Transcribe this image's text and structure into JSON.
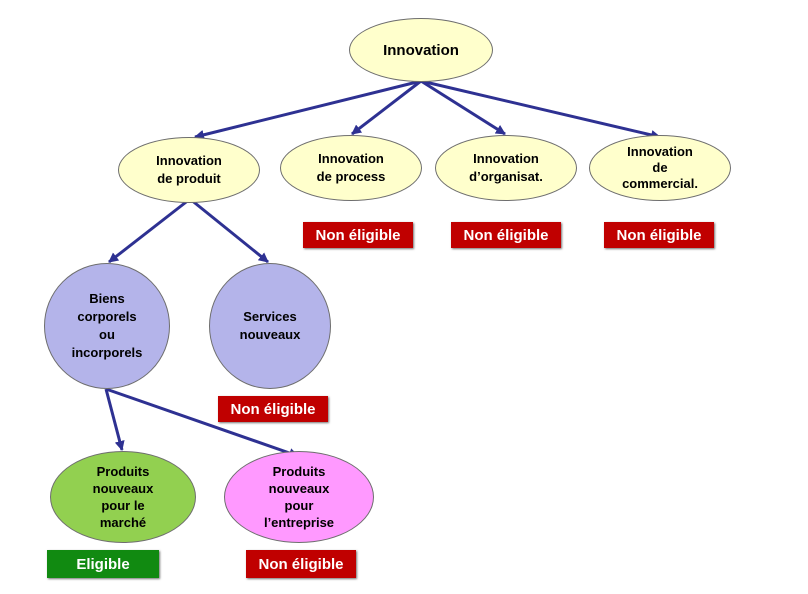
{
  "colors": {
    "arrow": "#2e3192",
    "ellipse_fill": "#ffffcc",
    "circle_fill": "#b4b4ea",
    "green_fill": "#92d050",
    "pink_fill": "#ff99ff",
    "badge_red": "#c00000",
    "badge_green": "#118a11"
  },
  "nodes": {
    "innovation": "Innovation",
    "produit": [
      "Innovation",
      "de produit"
    ],
    "process": [
      "Innovation",
      "de process"
    ],
    "organisation": [
      "Innovation",
      "d’organisat."
    ],
    "commercial": [
      "Innovation",
      "de",
      "commercial."
    ],
    "biens": [
      "Biens",
      "corporels",
      "ou",
      "incorporels"
    ],
    "services": [
      "Services",
      "nouveaux"
    ],
    "marche": [
      "Produits",
      "nouveaux",
      "pour le",
      "marché"
    ],
    "entreprise": [
      "Produits",
      "nouveaux",
      "pour",
      "l’entreprise"
    ]
  },
  "badges": {
    "process": "Non éligible",
    "organisation": "Non éligible",
    "commercial": "Non éligible",
    "services": "Non éligible",
    "marche": "Eligible",
    "entreprise": "Non éligible"
  }
}
